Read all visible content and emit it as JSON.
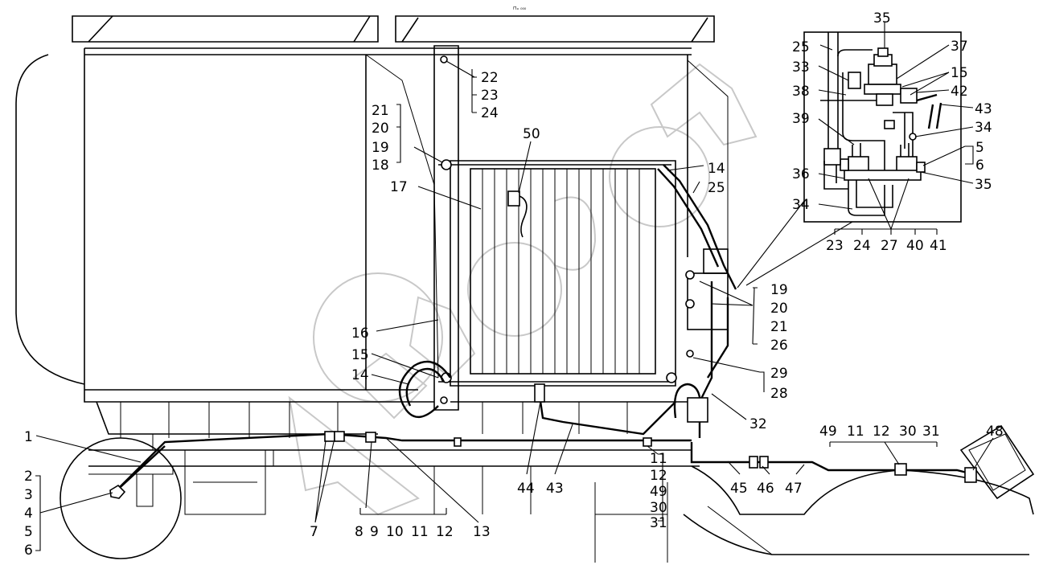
{
  "header_code": "⊓ₒ ₀₀₀",
  "labels": [
    {
      "id": "l35a",
      "text": "35"
    },
    {
      "id": "l25a",
      "text": "25"
    },
    {
      "id": "l37",
      "text": "37"
    },
    {
      "id": "l33",
      "text": "33"
    },
    {
      "id": "l15a",
      "text": "15"
    },
    {
      "id": "l38",
      "text": "38"
    },
    {
      "id": "l42",
      "text": "42"
    },
    {
      "id": "l43a",
      "text": "43"
    },
    {
      "id": "l39",
      "text": "39"
    },
    {
      "id": "l34a",
      "text": "34"
    },
    {
      "id": "l5a",
      "text": "5"
    },
    {
      "id": "l6a",
      "text": "6"
    },
    {
      "id": "l36",
      "text": "36"
    },
    {
      "id": "l35b",
      "text": "35"
    },
    {
      "id": "l34b",
      "text": "34"
    },
    {
      "id": "l23a",
      "text": "23"
    },
    {
      "id": "l24a",
      "text": "24"
    },
    {
      "id": "l27",
      "text": "27"
    },
    {
      "id": "l40",
      "text": "40"
    },
    {
      "id": "l41",
      "text": "41"
    },
    {
      "id": "l22",
      "text": "22"
    },
    {
      "id": "l23b",
      "text": "23"
    },
    {
      "id": "l24b",
      "text": "24"
    },
    {
      "id": "l21a",
      "text": "21"
    },
    {
      "id": "l20a",
      "text": "20"
    },
    {
      "id": "l19a",
      "text": "19"
    },
    {
      "id": "l18",
      "text": "18"
    },
    {
      "id": "l50",
      "text": "50"
    },
    {
      "id": "l14a",
      "text": "14"
    },
    {
      "id": "l25b",
      "text": "25"
    },
    {
      "id": "l17",
      "text": "17"
    },
    {
      "id": "l19b",
      "text": "19"
    },
    {
      "id": "l20b",
      "text": "20"
    },
    {
      "id": "l21b",
      "text": "21"
    },
    {
      "id": "l26",
      "text": "26"
    },
    {
      "id": "l29",
      "text": "29"
    },
    {
      "id": "l28",
      "text": "28"
    },
    {
      "id": "l16",
      "text": "16"
    },
    {
      "id": "l15b",
      "text": "15"
    },
    {
      "id": "l14b",
      "text": "14"
    },
    {
      "id": "l32",
      "text": "32"
    },
    {
      "id": "l1",
      "text": "1"
    },
    {
      "id": "l2",
      "text": "2"
    },
    {
      "id": "l3",
      "text": "3"
    },
    {
      "id": "l4",
      "text": "4"
    },
    {
      "id": "l5b",
      "text": "5"
    },
    {
      "id": "l6b",
      "text": "6"
    },
    {
      "id": "l7",
      "text": "7"
    },
    {
      "id": "l8",
      "text": "8"
    },
    {
      "id": "l9",
      "text": "9"
    },
    {
      "id": "l10",
      "text": "10"
    },
    {
      "id": "l11a",
      "text": "11"
    },
    {
      "id": "l12a",
      "text": "12"
    },
    {
      "id": "l13",
      "text": "13"
    },
    {
      "id": "l44",
      "text": "44"
    },
    {
      "id": "l43b",
      "text": "43"
    },
    {
      "id": "l11b",
      "text": "11"
    },
    {
      "id": "l12b",
      "text": "12"
    },
    {
      "id": "l49a",
      "text": "49"
    },
    {
      "id": "l30a",
      "text": "30"
    },
    {
      "id": "l31a",
      "text": "31"
    },
    {
      "id": "l45",
      "text": "45"
    },
    {
      "id": "l46",
      "text": "46"
    },
    {
      "id": "l47",
      "text": "47"
    },
    {
      "id": "l49b",
      "text": "49"
    },
    {
      "id": "l11c",
      "text": "11"
    },
    {
      "id": "l12c",
      "text": "12"
    },
    {
      "id": "l30b",
      "text": "30"
    },
    {
      "id": "l31b",
      "text": "31"
    },
    {
      "id": "l48",
      "text": "48"
    }
  ]
}
